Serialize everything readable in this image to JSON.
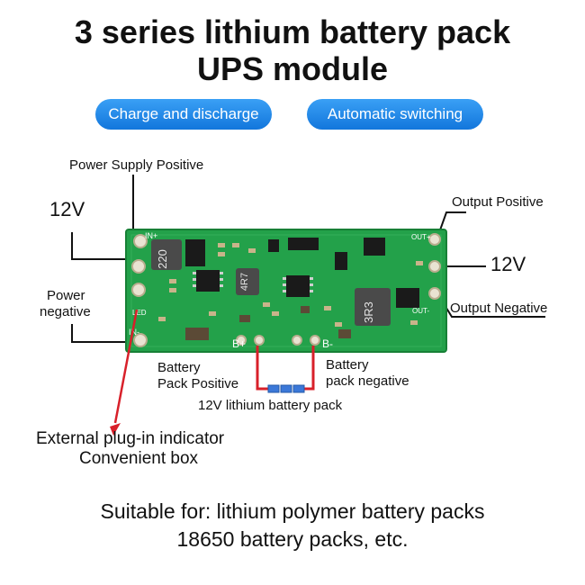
{
  "title": {
    "line1": "3 series lithium battery pack",
    "line2": "UPS module"
  },
  "badges": [
    "Charge and discharge",
    "Automatic switching"
  ],
  "labels": {
    "power_supply_positive": "Power Supply Positive",
    "input_voltage": "12V",
    "power_negative_1": "Power",
    "power_negative_2": "negative",
    "output_positive": "Output Positive",
    "output_voltage": "12V",
    "output_negative": "Output Negative",
    "battery_pos_1": "Battery",
    "battery_pos_2": "Pack Positive",
    "battery_neg_1": "Battery",
    "battery_neg_2": "pack negative",
    "battery_pack": "12V lithium battery pack",
    "indicator_1": "External plug-in indicator",
    "indicator_2": "Convenient box"
  },
  "board": {
    "inductor_left": "220",
    "inductor_mid": "4R7",
    "inductor_right": "3R3",
    "silk_in_pos": "IN+",
    "silk_in_neg": "IN-",
    "silk_out_pos": "OUT+",
    "silk_out_neg": "OUT-",
    "silk_b_pos": "B+",
    "silk_b_neg": "B-",
    "silk_led": "LED"
  },
  "footer": {
    "line1": "Suitable for: lithium polymer battery packs",
    "line2": "18650 battery packs, etc."
  },
  "colors": {
    "pcb": "#23a14a",
    "badge": "#1b84e6",
    "arrow": "#d8202a"
  }
}
